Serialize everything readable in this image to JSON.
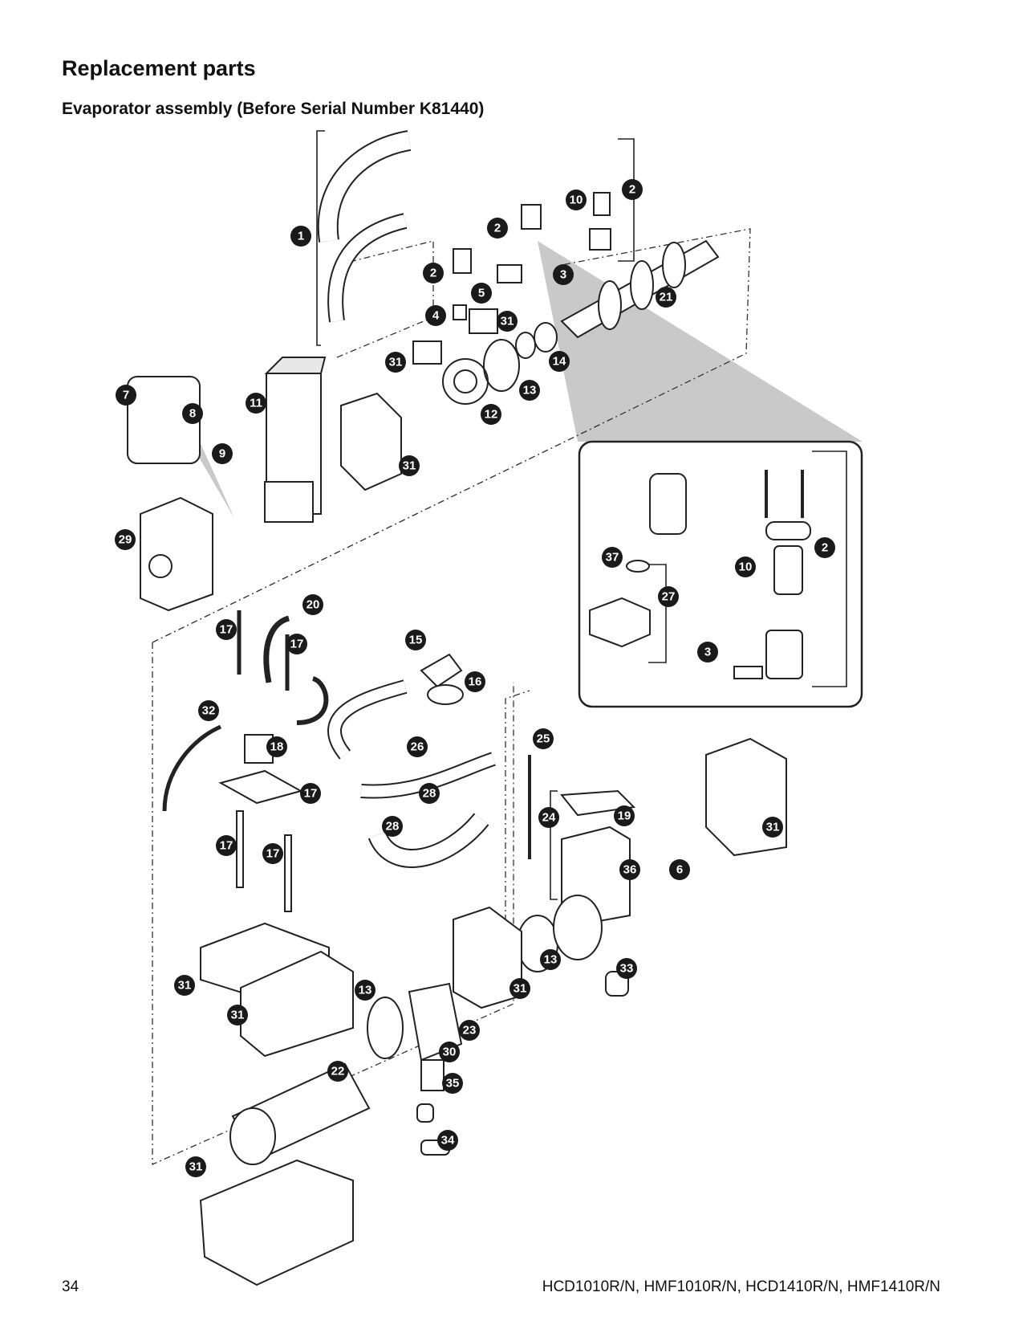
{
  "page": {
    "title": "Replacement parts",
    "subtitle": "Evaporator assembly (Before Serial Number K81440)",
    "page_number": "34",
    "models": "HCD1010R/N, HMF1010R/N, HCD1410R/N, HMF1410R/N"
  },
  "callouts": [
    {
      "id": "c1",
      "label": "1"
    },
    {
      "id": "c2a",
      "label": "2"
    },
    {
      "id": "c2b",
      "label": "2"
    },
    {
      "id": "c2c",
      "label": "2"
    },
    {
      "id": "c10a",
      "label": "10"
    },
    {
      "id": "c3a",
      "label": "3"
    },
    {
      "id": "c5",
      "label": "5"
    },
    {
      "id": "c4",
      "label": "4"
    },
    {
      "id": "c31a",
      "label": "31"
    },
    {
      "id": "c21",
      "label": "21"
    },
    {
      "id": "c14",
      "label": "14"
    },
    {
      "id": "c31b",
      "label": "31"
    },
    {
      "id": "c13a",
      "label": "13"
    },
    {
      "id": "c12",
      "label": "12"
    },
    {
      "id": "c7",
      "label": "7"
    },
    {
      "id": "c8",
      "label": "8"
    },
    {
      "id": "c11",
      "label": "11"
    },
    {
      "id": "c9",
      "label": "9"
    },
    {
      "id": "c31c",
      "label": "31"
    },
    {
      "id": "c29",
      "label": "29"
    },
    {
      "id": "c2d",
      "label": "2"
    },
    {
      "id": "c37",
      "label": "37"
    },
    {
      "id": "c10b",
      "label": "10"
    },
    {
      "id": "c27",
      "label": "27"
    },
    {
      "id": "c3b",
      "label": "3"
    },
    {
      "id": "c20",
      "label": "20"
    },
    {
      "id": "c17a",
      "label": "17"
    },
    {
      "id": "c17b",
      "label": "17"
    },
    {
      "id": "c15",
      "label": "15"
    },
    {
      "id": "c16",
      "label": "16"
    },
    {
      "id": "c32",
      "label": "32"
    },
    {
      "id": "c18",
      "label": "18"
    },
    {
      "id": "c26",
      "label": "26"
    },
    {
      "id": "c25",
      "label": "25"
    },
    {
      "id": "c17c",
      "label": "17"
    },
    {
      "id": "c28a",
      "label": "28"
    },
    {
      "id": "c28b",
      "label": "28"
    },
    {
      "id": "c24",
      "label": "24"
    },
    {
      "id": "c19",
      "label": "19"
    },
    {
      "id": "c31d",
      "label": "31"
    },
    {
      "id": "c17d",
      "label": "17"
    },
    {
      "id": "c17e",
      "label": "17"
    },
    {
      "id": "c36",
      "label": "36"
    },
    {
      "id": "c6",
      "label": "6"
    },
    {
      "id": "c13b",
      "label": "13"
    },
    {
      "id": "c33",
      "label": "33"
    },
    {
      "id": "c31e",
      "label": "31"
    },
    {
      "id": "c31f",
      "label": "31"
    },
    {
      "id": "c31g",
      "label": "31"
    },
    {
      "id": "c13c",
      "label": "13"
    },
    {
      "id": "c23",
      "label": "23"
    },
    {
      "id": "c30",
      "label": "30"
    },
    {
      "id": "c22",
      "label": "22"
    },
    {
      "id": "c35",
      "label": "35"
    },
    {
      "id": "c34",
      "label": "34"
    },
    {
      "id": "c31h",
      "label": "31"
    }
  ]
}
